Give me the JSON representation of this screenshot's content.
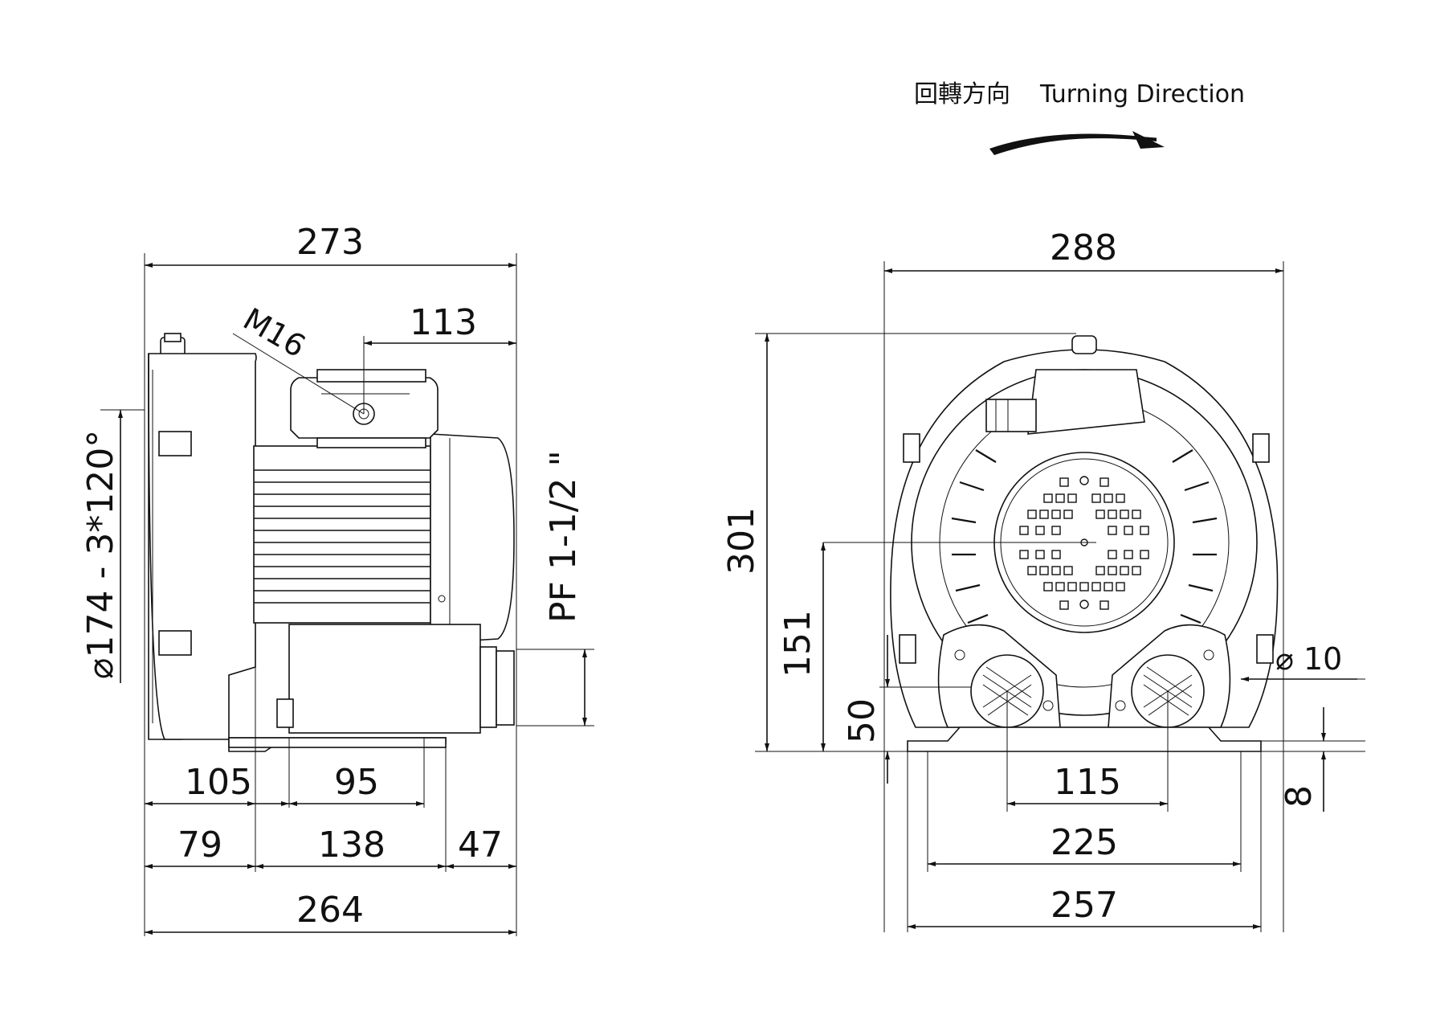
{
  "header": {
    "turning_direction_cn": "回轉方向",
    "turning_direction_en": "Turning Direction"
  },
  "side_view": {
    "overall_length_top": "273",
    "outlet_offset": "113",
    "cable_gland": "M16",
    "flange_spec": "⌀174 - 3*120°",
    "port_thread": "PF 1-1/2 \"",
    "base_row1": [
      "105",
      "95"
    ],
    "base_row2": [
      "79",
      "138",
      "47"
    ],
    "overall_length_bottom": "264"
  },
  "front_view": {
    "overall_width": "288",
    "overall_height": "301",
    "center_height": "151",
    "port_height": "50",
    "hole_diameter": "⌀ 10",
    "foot_thickness": "8",
    "port_spacing": "115",
    "hole_spacing": "225",
    "base_width": "257"
  }
}
